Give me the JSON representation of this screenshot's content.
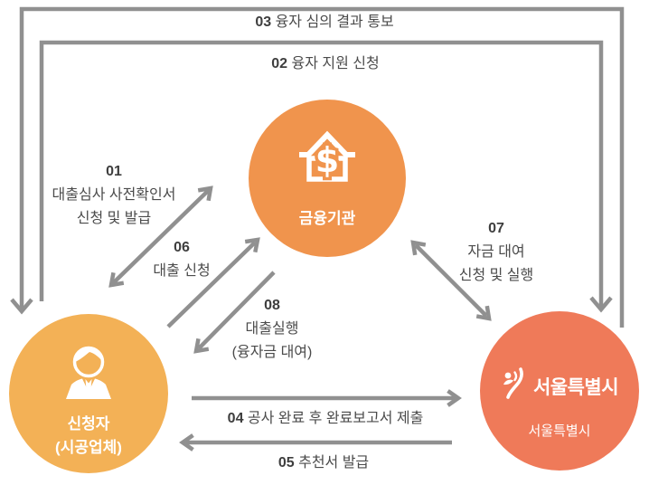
{
  "colors": {
    "finance_circle": "#F0944D",
    "applicant_circle": "#F3B156",
    "seoul_circle": "#EF7A59",
    "arrow": "#909090",
    "label_text": "#4B4B4B",
    "number_text": "#3E3E3E",
    "circle_text": "#FFFFFF"
  },
  "nodes": {
    "finance": {
      "label": "금융기관"
    },
    "applicant": {
      "label_line1": "신청자",
      "label_line2": "(시공업체)"
    },
    "seoul": {
      "brand_text": "서울특별시",
      "label": "서울특별시"
    }
  },
  "steps": {
    "s01": {
      "num": "01",
      "line1": "대출심사 사전확인서",
      "line2": "신청 및 발급"
    },
    "s02": {
      "num": "02",
      "label": "융자 지원 신청"
    },
    "s03": {
      "num": "03",
      "label": "융자 심의 결과 통보"
    },
    "s04": {
      "num": "04",
      "label": "공사 완료 후 완료보고서 제출"
    },
    "s05": {
      "num": "05",
      "label": "추천서 발급"
    },
    "s06": {
      "num": "06",
      "label": "대출 신청"
    },
    "s07": {
      "num": "07",
      "line1": "자금 대여",
      "line2": "신청 및 실행"
    },
    "s08": {
      "num": "08",
      "line1": "대출실행",
      "line2": "(융자금 대여)"
    }
  },
  "icons": {
    "dollar": "$",
    "finance_icon": "house-dollar-icon",
    "applicant_icon": "person-icon",
    "seoul_icon": "seoul-logo-icon"
  }
}
